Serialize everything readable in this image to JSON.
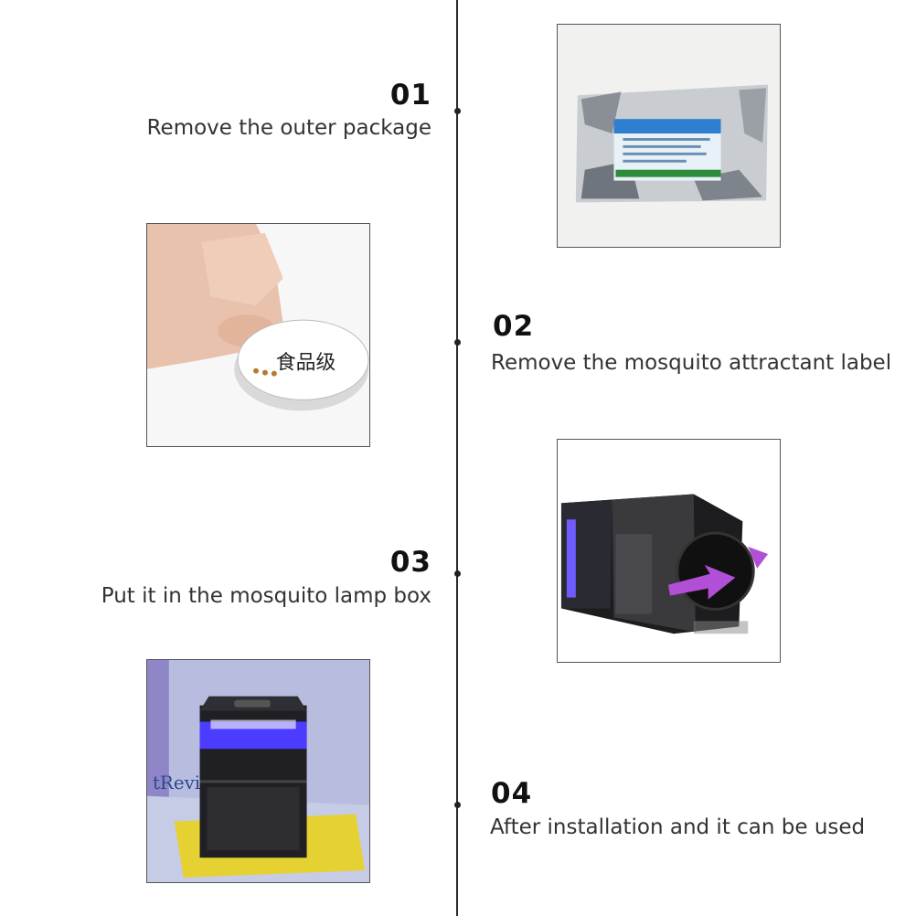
{
  "steps": [
    {
      "number": "01",
      "caption": "Remove the outer package"
    },
    {
      "number": "02",
      "caption": "Remove the mosquito attractant label"
    },
    {
      "number": "03",
      "caption": "Put it in the mosquito lamp box"
    },
    {
      "number": "04",
      "caption": "After installation and it can be used"
    }
  ],
  "photos": {
    "label_text": "食品级",
    "book_text": "tReview"
  }
}
